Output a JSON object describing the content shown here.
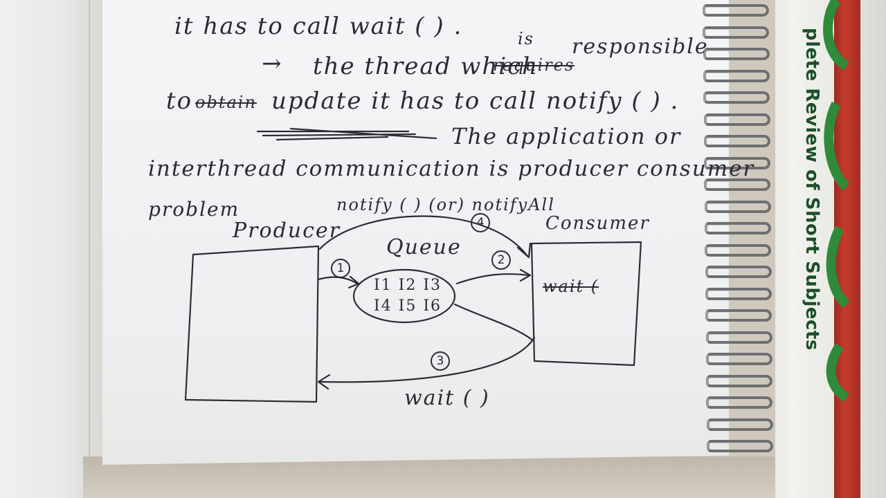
{
  "book": {
    "spine_text": "plete Review of Short Subjects"
  },
  "notes": {
    "line1": "it has to call  wait ( ) .",
    "line2_arrow": "→",
    "line2": "the thread which",
    "line2_struck": "requires",
    "line2_insert": "is",
    "line2_end": "responsible",
    "line3_start": "to",
    "line3_struck": "obtain",
    "line3": "update  it  has  to call notify ( ) .",
    "line4": "The  application  or",
    "line5": "interthread   communication  is   producer consumer",
    "line6": "problem"
  },
  "diagram": {
    "producer_label": "Producer",
    "consumer_label": "Consumer",
    "queue_label": "Queue",
    "queue_items_row1": "I1 I2 I3",
    "queue_items_row2": "I4 I5 I6",
    "top_arrow_label": "notify ( ) (or) notifyAll",
    "bottom_arrow_label": "wait ( )",
    "consumer_struck": "wait (",
    "steps": [
      "1",
      "2",
      "3",
      "4"
    ]
  }
}
